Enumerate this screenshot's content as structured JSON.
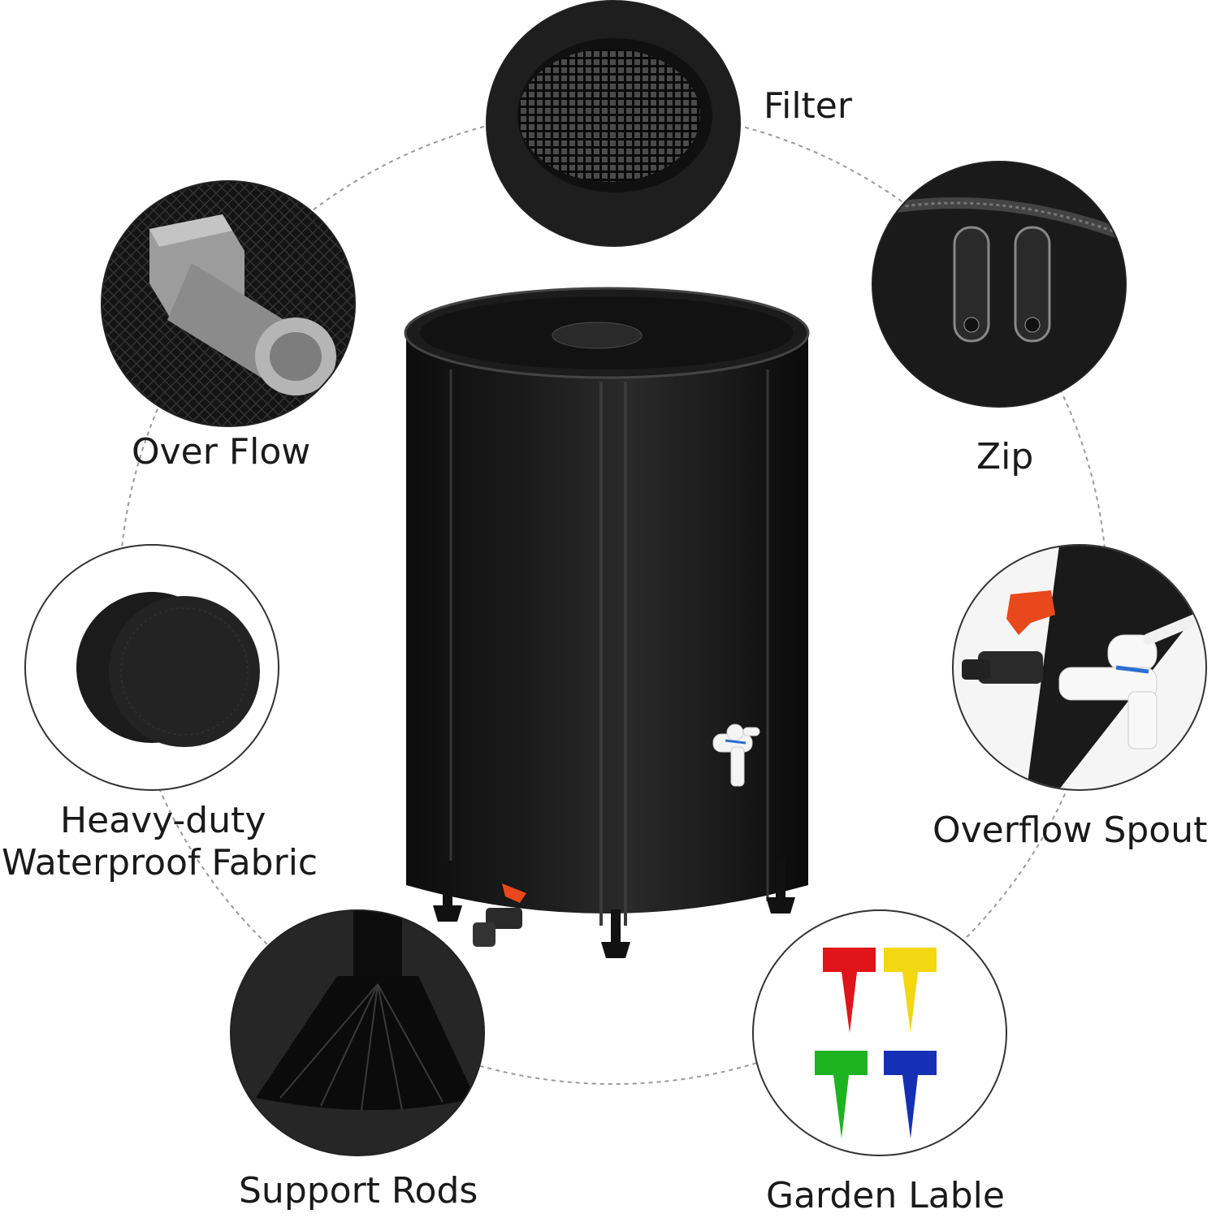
{
  "labels": {
    "filter": "Filter",
    "over_flow": "Over Flow",
    "zip": "Zip",
    "fabric_line1": "Heavy-duty",
    "fabric_line2": "Waterproof Fabric",
    "overflow_spout": "Overflow Spout",
    "support_rods": "Support Rods",
    "garden_lable": "Garden Lable"
  },
  "colors": {
    "barrel": "#151515",
    "valve_handle": "#e8481c",
    "tag_red": "#e0141b",
    "tag_yellow": "#f2d712",
    "tag_green": "#1db321",
    "tag_blue": "#1630b5",
    "dashed_ring": "#9a9a9a"
  },
  "icons": {
    "filter": "mesh-filter-icon",
    "over_flow": "overflow-connector-icon",
    "zip": "zipper-icon",
    "fabric": "fabric-patches-icon",
    "spout": "spout-valve-icon",
    "support_rods": "support-rod-foot-icon",
    "garden_lable": "garden-tag-icon"
  }
}
